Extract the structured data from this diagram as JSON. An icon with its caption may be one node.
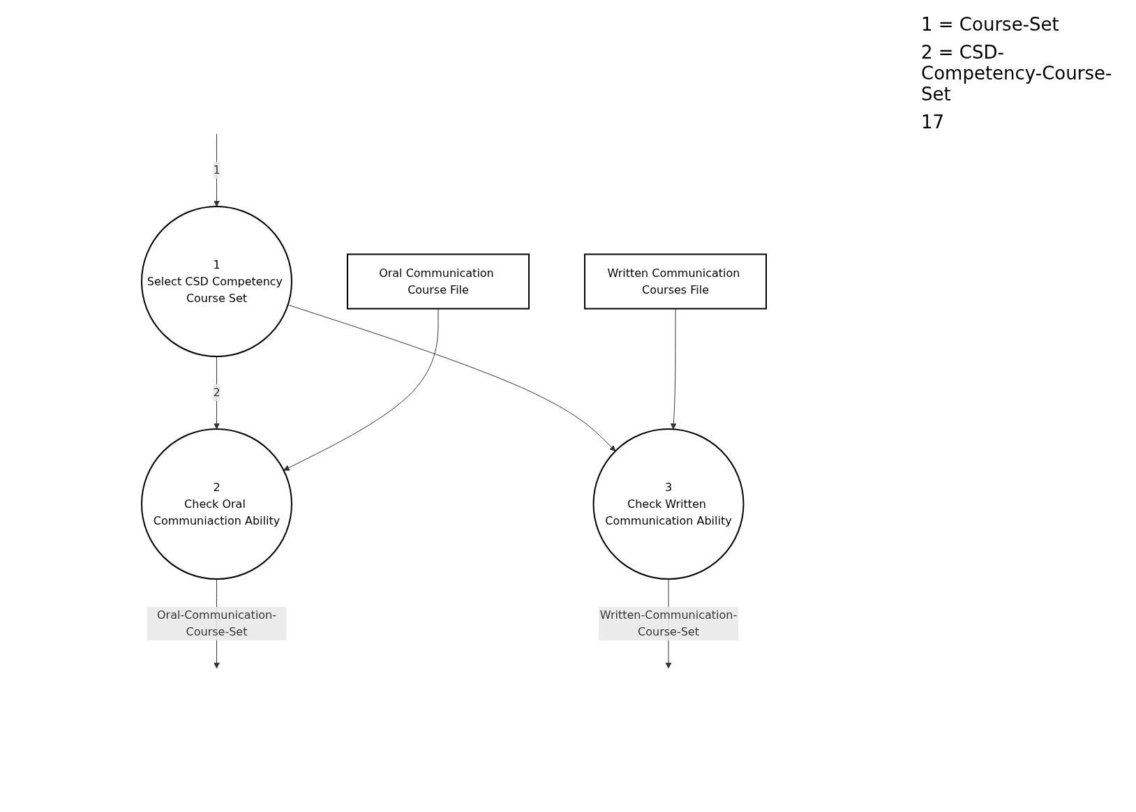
{
  "diagram": {
    "nodes": [
      {
        "text": [
          "1",
          "Select CSD Competency Course Set"
        ]
      },
      {
        "text": [
          "2",
          "Check Oral Communiaction Ability"
        ]
      },
      {
        "text": [
          "3",
          "Check Written Communication Ability"
        ]
      },
      {
        "text": [
          "Oral Communication Course File"
        ]
      },
      {
        "text": [
          "Written Communication Courses File"
        ]
      }
    ],
    "edges": [
      {
        "from": null,
        "to": 0,
        "arrow": "to",
        "label": "1"
      },
      {
        "from": 0,
        "to": 1,
        "arrow": "to",
        "label": "2"
      },
      {
        "from": 0,
        "to": 2,
        "arrow": "to"
      },
      {
        "from": 1,
        "to": null,
        "arrow": "to",
        "label": "Oral-Communication-Course-Set"
      },
      {
        "from": 2,
        "to": null,
        "arrow": "to",
        "label": "Written-Communication-Course-Set"
      },
      {
        "from": 3,
        "to": 1,
        "arrow": "to"
      },
      {
        "from": 4,
        "to": 2,
        "arrow": "to"
      }
    ],
    "labels": [
      "1 = Course-Set",
      "2 = CSD-Competency-Course-Set",
      "17"
    ]
  }
}
